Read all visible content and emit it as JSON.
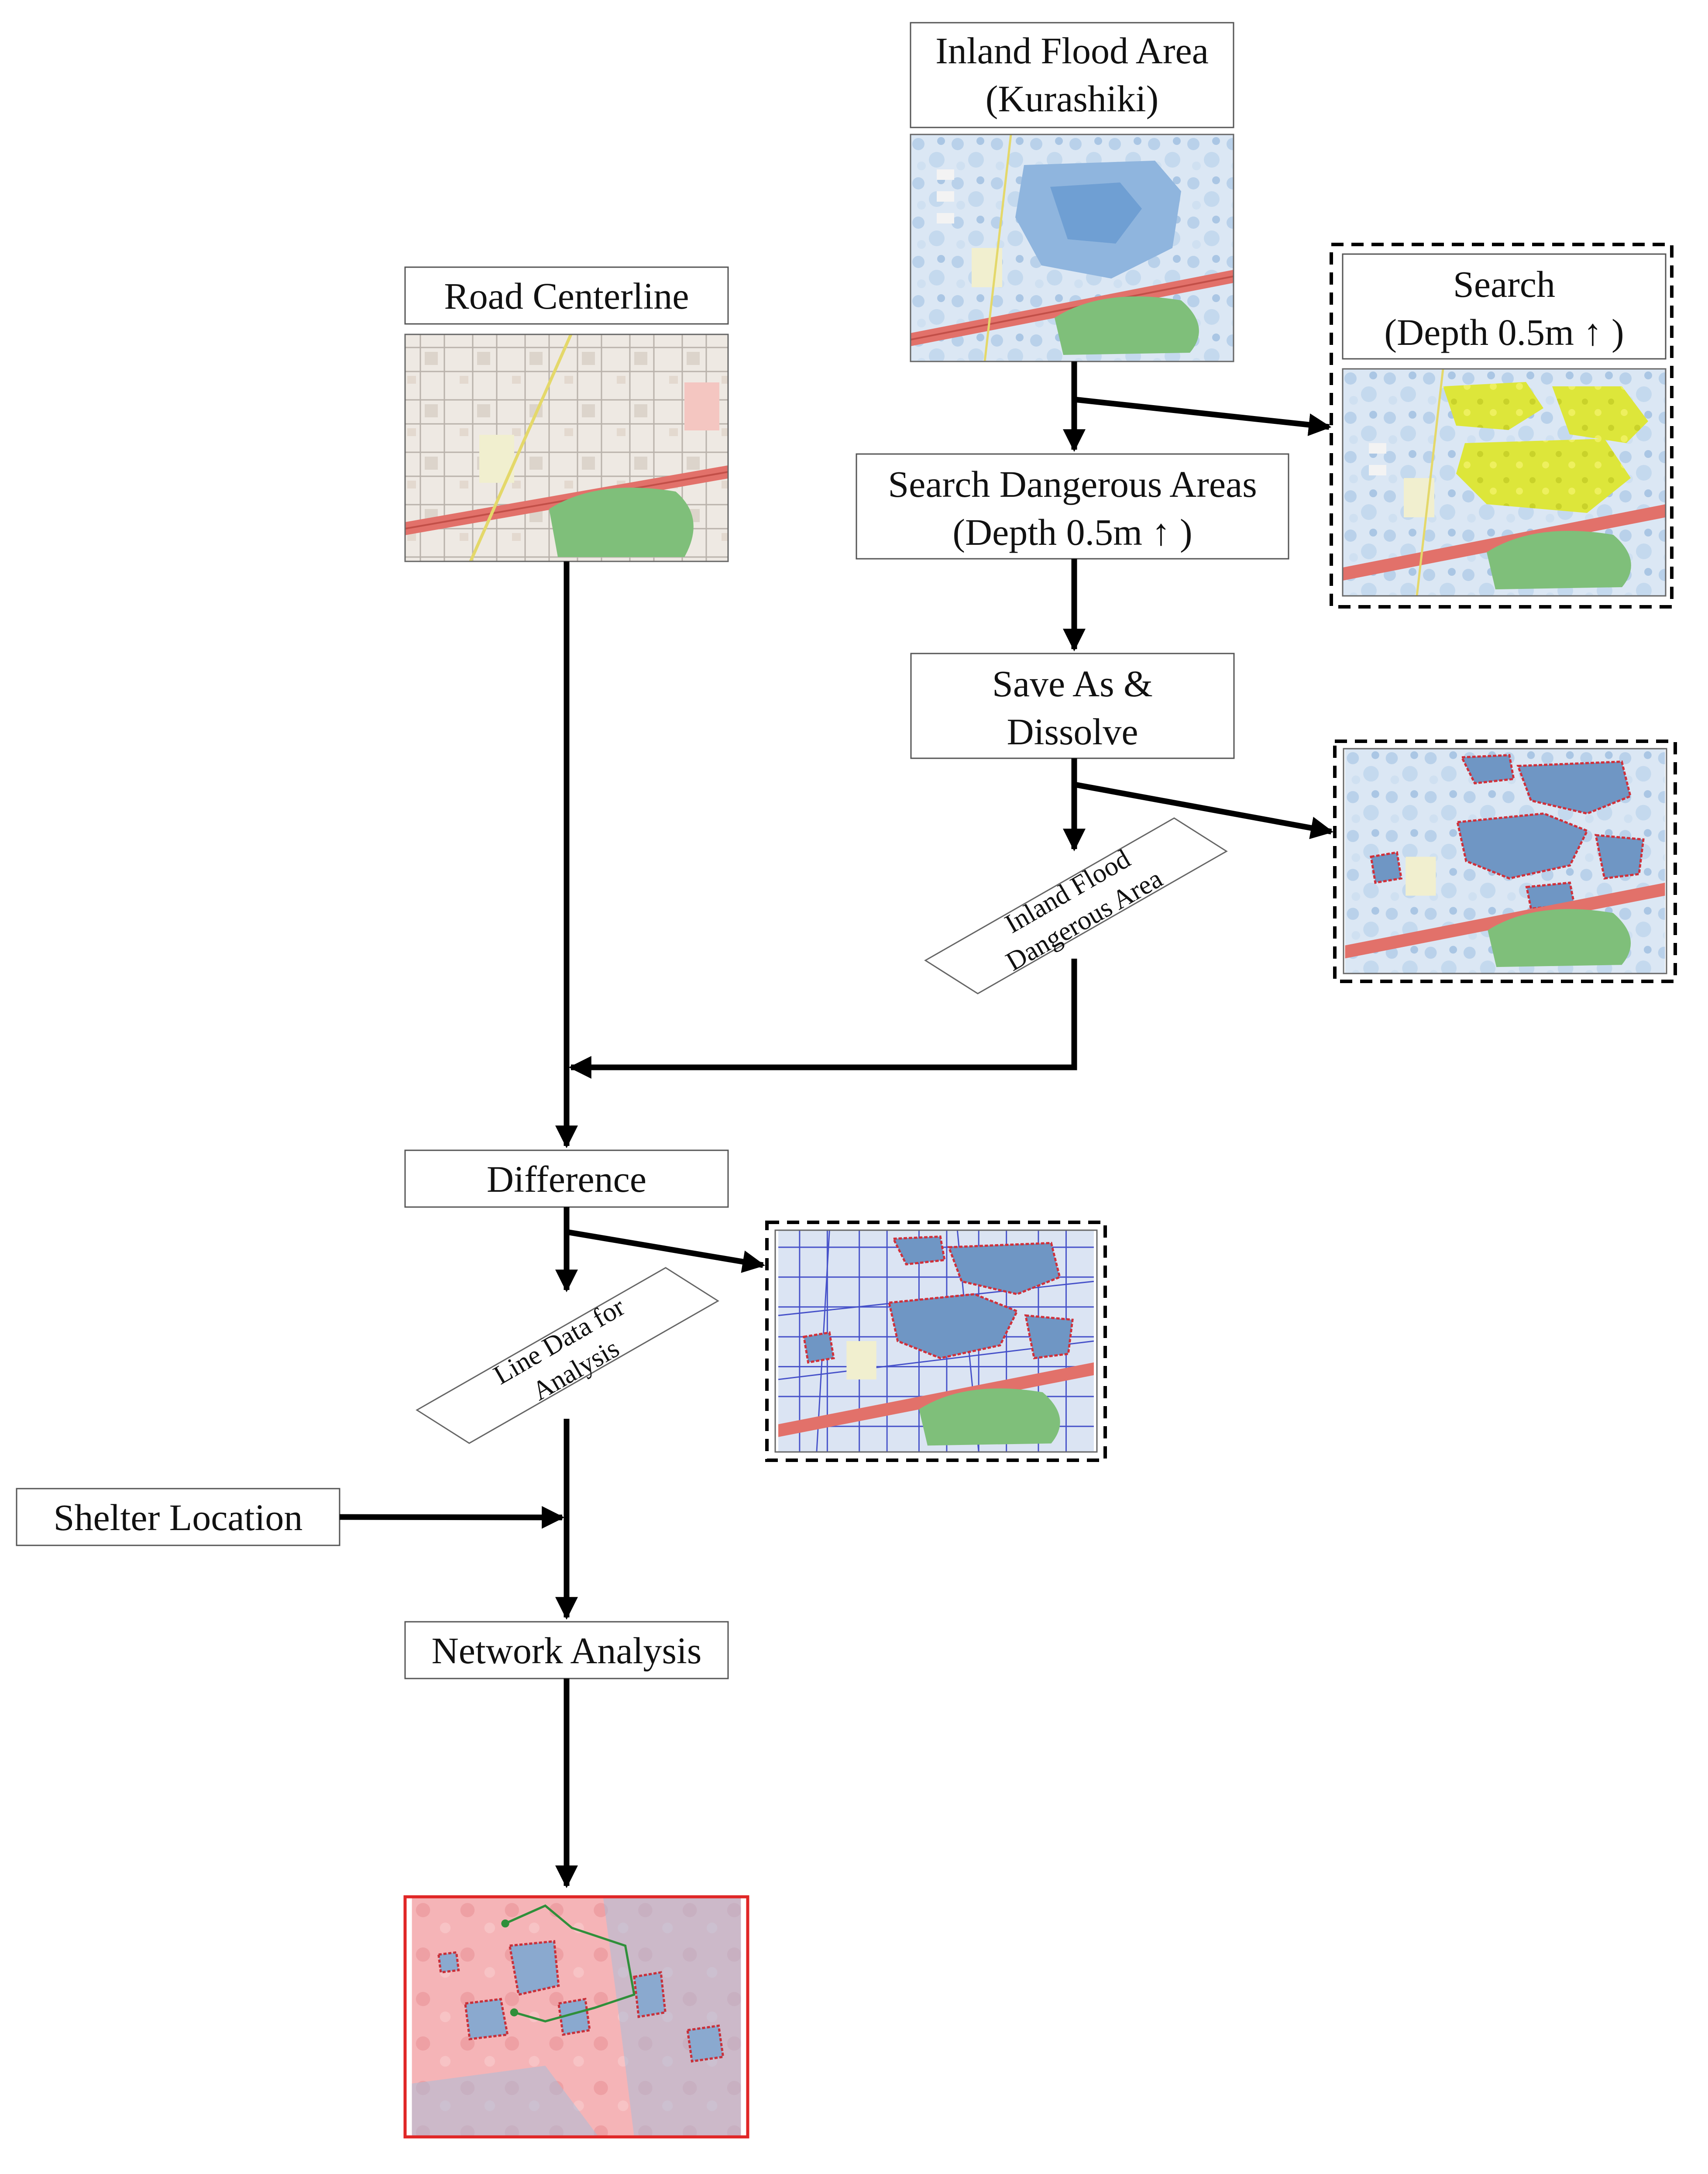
{
  "nodes": {
    "inland_flood_area": {
      "line1": "Inland Flood Area",
      "line2": "(Kurashiki)"
    },
    "road_centerline": {
      "label": "Road Centerline"
    },
    "search": {
      "line1": "Search",
      "line2": "(Depth 0.5m ↑ )"
    },
    "search_dangerous": {
      "line1": "Search Dangerous Areas",
      "line2": "(Depth 0.5m ↑ )"
    },
    "save_dissolve": {
      "line1": "Save As &",
      "line2": "Dissolve"
    },
    "inland_flood_dangerous": {
      "line1": "Inland Flood",
      "line2": "Dangerous Area"
    },
    "difference": {
      "label": "Difference"
    },
    "line_data": {
      "line1": "Line Data for",
      "line2": "Analysis"
    },
    "shelter_location": {
      "label": "Shelter Location"
    },
    "network_analysis": {
      "label": "Network Analysis"
    }
  },
  "colors": {
    "flood_blue": "#a9c7e6",
    "flood_deep": "#5b95cf",
    "danger_fill": "#6f96c4",
    "danger_outline": "#d0303a",
    "search_yellow": "#dde63a",
    "road_red": "#e2716a",
    "park_green": "#7fbf7a",
    "result_pink": "#f3a7ab",
    "result_frame": "#e02626"
  }
}
